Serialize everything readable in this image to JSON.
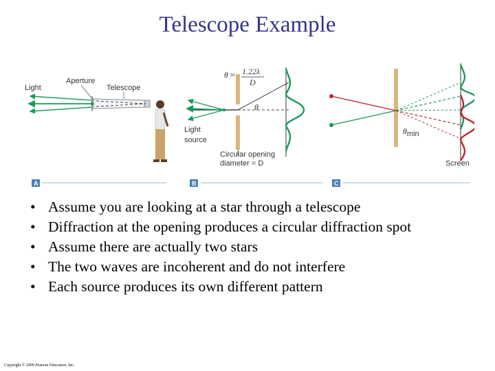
{
  "title": "Telescope Example",
  "figure": {
    "panel_a": {
      "tag": "A",
      "light": "Light",
      "aperture": "Aperture",
      "telescope": "Telescope"
    },
    "panel_b": {
      "tag": "B",
      "formula_left": "θ ≈",
      "formula_num": "1.22λ",
      "formula_den": "D",
      "theta": "θ",
      "light_line1": "Light",
      "light_line2": "source",
      "opening_line1": "Circular opening",
      "opening_line2": "diameter = D"
    },
    "panel_c": {
      "tag": "C",
      "theta_min": "θ",
      "theta_min_sub": "min",
      "screen": "Screen"
    },
    "colors": {
      "green": "#1a9a5a",
      "red": "#c0262d",
      "slit": "#d9b680",
      "tag": "#4a7fb5",
      "rule": "#bcd0e3"
    }
  },
  "bullets": [
    "Assume you are looking at a star through a telescope",
    "Diffraction at the opening produces a circular diffraction spot",
    "Assume there are actually two stars",
    "The two waves are incoherent and do not interfere",
    "Each source produces its own different pattern"
  ],
  "copyright": "Copyright © 2009 Pearson Education, Inc."
}
